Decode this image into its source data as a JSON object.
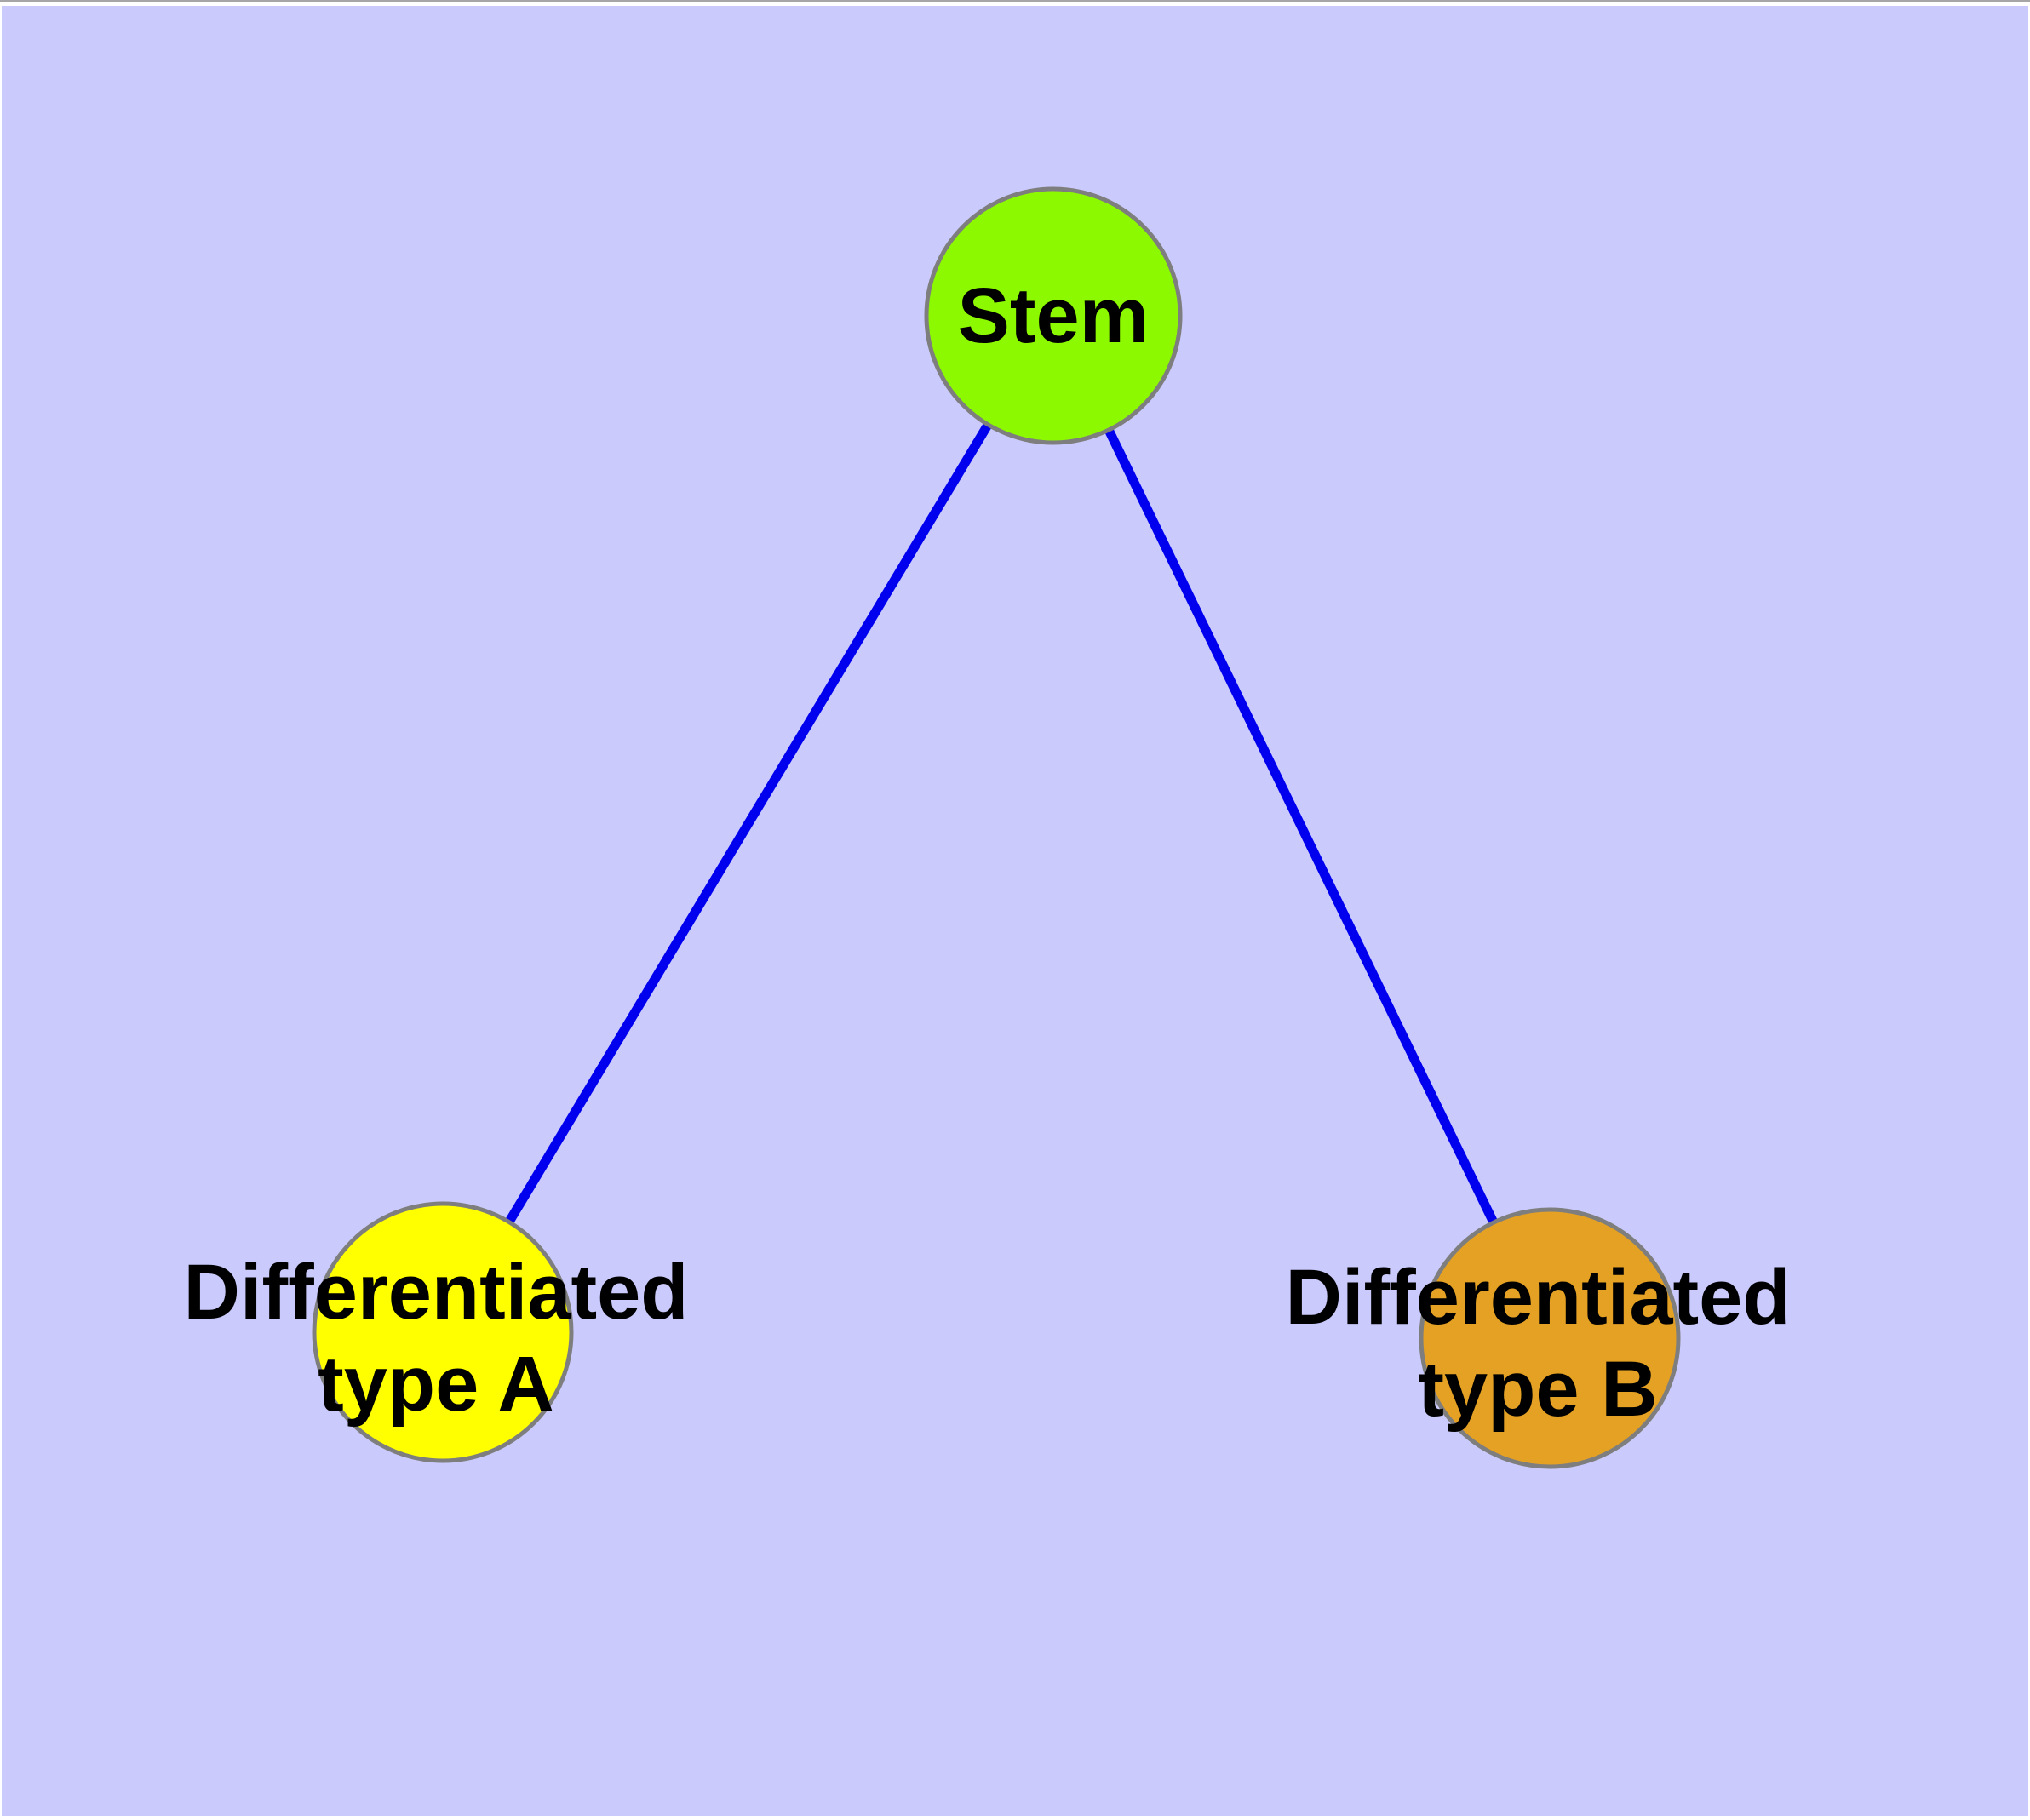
{
  "window": {
    "top_border_color": "#A6A6A6",
    "frame_color": "#FFFFFF"
  },
  "canvas": {
    "background_color": "#CACAFC"
  },
  "graph": {
    "edge_color": "#0000EE",
    "node_border_color": "#7E7E7E",
    "label_color": "#000000",
    "nodes": {
      "stem": {
        "label": "Stem",
        "color": "#8DF900"
      },
      "type_a": {
        "label": "Differentiated\ntype A",
        "color": "#FFFF00"
      },
      "type_b": {
        "label": "Differentiated\ntype B",
        "color": "#E4A124"
      }
    },
    "edges": [
      {
        "from": "stem",
        "to": "type_a"
      },
      {
        "from": "stem",
        "to": "type_b"
      }
    ]
  }
}
